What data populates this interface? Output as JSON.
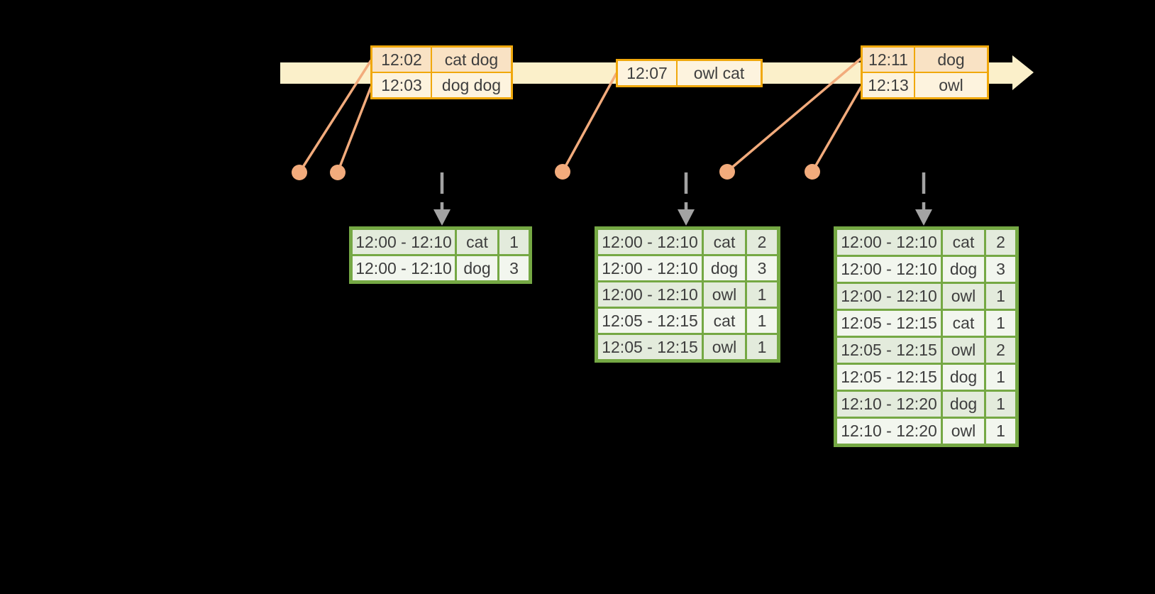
{
  "diagram": {
    "background": "#000000",
    "description_labels": []
  },
  "colors": {
    "background": "#000000",
    "timeline": "#FBF0CA",
    "event_border": "#F0A80C",
    "event_dark": "#F9E2C4",
    "event_light": "#FDF3DE",
    "connector": "#F2AB7C",
    "arrow_gray": "#A3A3A3",
    "result_border": "#75A844",
    "result_dark": "#E3EBDC",
    "result_light": "#F2F6EE",
    "text": "#3E3E3E"
  },
  "event_tables": [
    {
      "name": "event-batch-1",
      "rows": [
        [
          "12:02",
          "cat dog"
        ],
        [
          "12:03",
          "dog dog"
        ]
      ]
    },
    {
      "name": "event-batch-2",
      "rows": [
        [
          "12:07",
          "owl cat"
        ]
      ]
    },
    {
      "name": "event-batch-3",
      "rows": [
        [
          "12:11",
          "dog"
        ],
        [
          "12:13",
          "owl"
        ]
      ]
    }
  ],
  "result_tables": [
    {
      "name": "result-table-1",
      "rows": [
        [
          "12:00 - 12:10",
          "cat",
          "1"
        ],
        [
          "12:00 - 12:10",
          "dog",
          "3"
        ]
      ]
    },
    {
      "name": "result-table-2",
      "rows": [
        [
          "12:00 - 12:10",
          "cat",
          "2"
        ],
        [
          "12:00 - 12:10",
          "dog",
          "3"
        ],
        [
          "12:00 - 12:10",
          "owl",
          "1"
        ],
        [
          "12:05 - 12:15",
          "cat",
          "1"
        ],
        [
          "12:05 - 12:15",
          "owl",
          "1"
        ]
      ]
    },
    {
      "name": "result-table-3",
      "rows": [
        [
          "12:00 - 12:10",
          "cat",
          "2"
        ],
        [
          "12:00 - 12:10",
          "dog",
          "3"
        ],
        [
          "12:00 - 12:10",
          "owl",
          "1"
        ],
        [
          "12:05 - 12:15",
          "cat",
          "1"
        ],
        [
          "12:05 - 12:15",
          "owl",
          "2"
        ],
        [
          "12:05 - 12:15",
          "dog",
          "1"
        ],
        [
          "12:10 - 12:20",
          "dog",
          "1"
        ],
        [
          "12:10 - 12:20",
          "owl",
          "1"
        ]
      ]
    }
  ]
}
